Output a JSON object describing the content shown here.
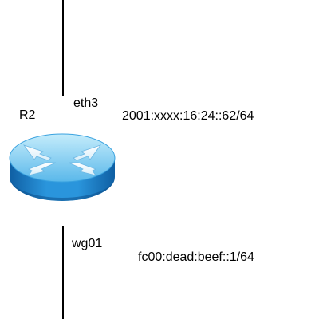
{
  "router": {
    "name": "R2",
    "icon": "router-icon",
    "colors": {
      "top": "#8fd4f4",
      "side": "#1f86cf",
      "arrows": "#ffffff"
    }
  },
  "interfaces": {
    "top": {
      "name": "eth3",
      "address": "2001:xxxx:16:24::62/64"
    },
    "bottom": {
      "name": "wg01",
      "address": "fc00:dead:beef::1/64"
    }
  }
}
